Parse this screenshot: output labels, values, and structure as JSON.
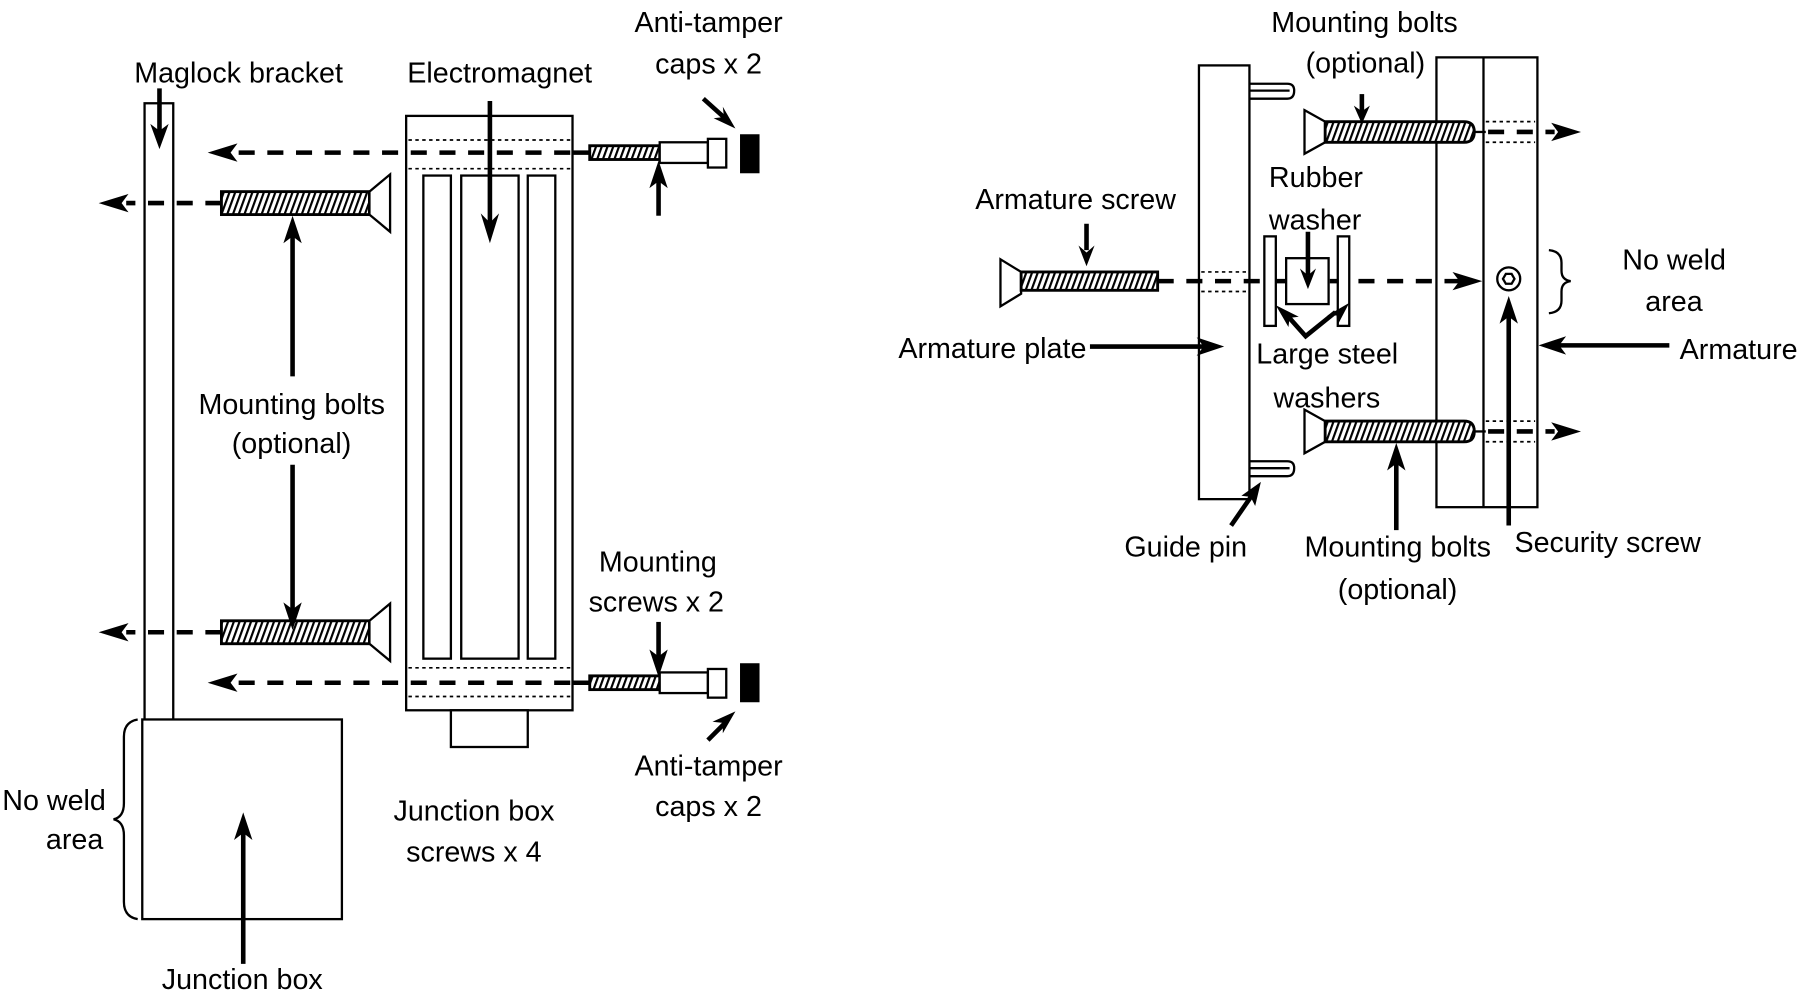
{
  "diagram": {
    "title": "Maglock installation diagram",
    "left_view": {
      "labels": {
        "maglock_bracket": "Maglock bracket",
        "electromagnet": "Electromagnet",
        "anti_tamper_top_1": "Anti-tamper",
        "anti_tamper_top_2": "caps x 2",
        "mounting_bolts_1": "Mounting bolts",
        "mounting_bolts_2": "(optional)",
        "mounting_screws_1": "Mounting",
        "mounting_screws_2": "screws x 2",
        "anti_tamper_bottom_1": "Anti-tamper",
        "anti_tamper_bottom_2": "caps x 2",
        "no_weld_1": "No weld",
        "no_weld_2": "area",
        "junction_box_screws_1": "Junction box",
        "junction_box_screws_2": "screws x 4",
        "junction_box": "Junction box"
      }
    },
    "right_view": {
      "labels": {
        "mounting_bolts_top_1": "Mounting bolts",
        "mounting_bolts_top_2": "(optional)",
        "rubber_washer_1": "Rubber",
        "rubber_washer_2": "washer",
        "armature_screw": "Armature screw",
        "no_weld_1": "No weld",
        "no_weld_2": "area",
        "armature_plate": "Armature plate",
        "large_steel_washers_1": "Large steel",
        "large_steel_washers_2": "washers",
        "armature": "Armature",
        "guide_pin": "Guide pin",
        "mounting_bolts_bottom_1": "Mounting bolts",
        "mounting_bolts_bottom_2": "(optional)",
        "security_screw": "Security screw"
      }
    }
  }
}
